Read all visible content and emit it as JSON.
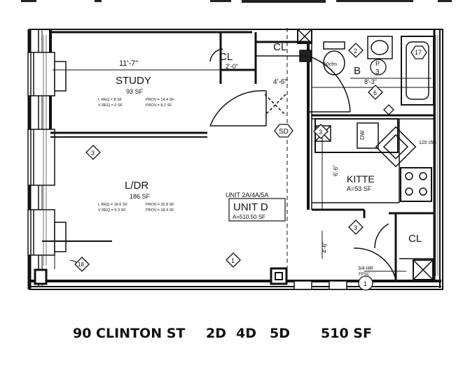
{
  "rooms": {
    "study": {
      "name": "STUDY",
      "dim": "11'-7\"",
      "area": "93 SF",
      "req1": "L REQ.= 8 SF",
      "prov1": "PROV.= 14.4 SF",
      "req2": "V REQ.= 0 SF",
      "prov2": "PROV.= 8.2 SF"
    },
    "ldr": {
      "name": "L/DR",
      "area": "186 SF",
      "req1": "L REQ.= 18.6 SF",
      "prov1": "PROV.= 32.8 SF",
      "req2": "V REQ.= 9.3 SF",
      "prov2": "PROV.= 18.4 SF"
    },
    "closet_study": {
      "name": "CL",
      "dim": "2'-0\""
    },
    "closet_entry": {
      "name": "CL"
    },
    "closet_kitchen": {
      "name": "CL"
    },
    "bath": {
      "name": "B",
      "dim": "8'-3\"",
      "fan": "50cfm"
    },
    "kitchen": {
      "name": "KITTE",
      "area": "A=53 SF",
      "dim1": "6'-6\"",
      "fan": "120 cfm"
    },
    "hall": {
      "dim": "4'-6\""
    }
  },
  "unit": {
    "types": "UNIT 2A/4A/5A",
    "name": "UNIT D",
    "area": "A=510.50 SF"
  },
  "tags": [
    "3",
    "3",
    "3",
    "3",
    "6",
    "2",
    "1",
    "1",
    "18",
    "17",
    "SD",
    "P",
    "DW",
    "4'-6\"",
    "3/4 HR",
    "FPSC"
  ],
  "caption": {
    "address": "90 CLINTON ST",
    "u1": "2D",
    "u2": "4D",
    "u3": "5D",
    "area": "510 SF"
  }
}
